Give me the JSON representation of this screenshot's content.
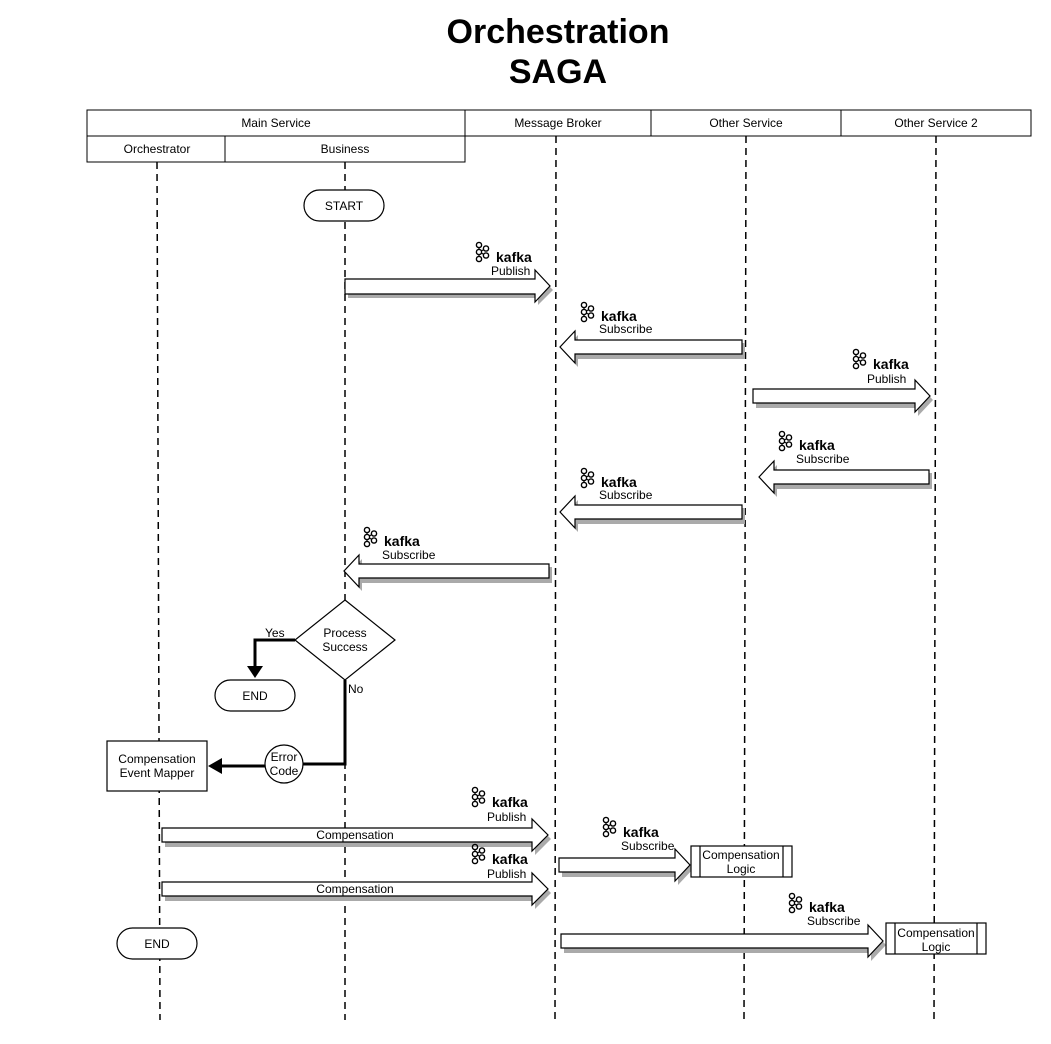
{
  "title": {
    "line1": "Orchestration",
    "line2": "SAGA"
  },
  "lanes": {
    "main_service": "Main Service",
    "orchestrator": "Orchestrator",
    "business": "Business",
    "message_broker": "Message Broker",
    "other_service": "Other Service",
    "other_service_2": "Other Service 2"
  },
  "kafka_label": "kafka",
  "messages": {
    "publish": "Publish",
    "subscribe": "Subscribe",
    "compensation": "Compensation"
  },
  "nodes": {
    "start": "START",
    "end": "END",
    "decision_line1": "Process",
    "decision_line2": "Success",
    "yes": "Yes",
    "no": "No",
    "error_line1": "Error",
    "error_line2": "Code",
    "mapper_line1": "Compensation",
    "mapper_line2": "Event Mapper",
    "comp_logic_line1": "Compensation",
    "comp_logic_line2": "Logic"
  }
}
